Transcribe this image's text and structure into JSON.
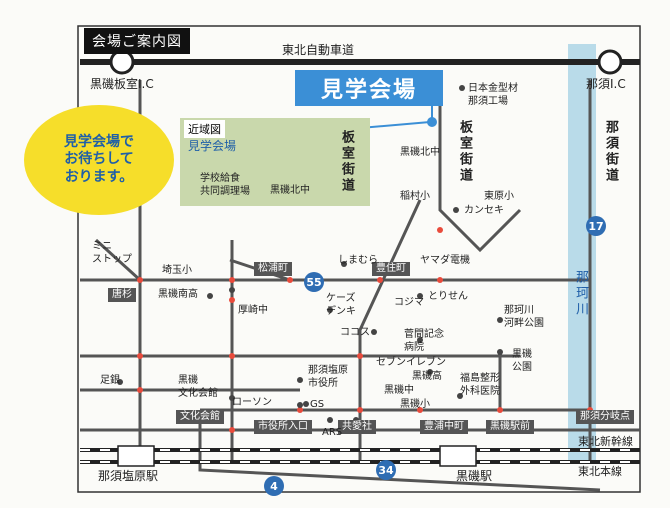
{
  "title": "会場ご案内図",
  "venue_label": "見学会場",
  "welcome": "見学会場で\nお待ちして\nおります。",
  "inset": {
    "title": "近域図",
    "venue": "見学会場",
    "kitchen": "学校給食\n共同調理場",
    "school": "黒磯北中",
    "road": "板室街道"
  },
  "roads": {
    "expressway": "東北自動車道",
    "itamuro": "板室街道",
    "nasu": "那須街道",
    "river": "那珂川"
  },
  "interchanges": {
    "kuroiso_itamuro": "黒磯板室I.C",
    "nasu": "那須I.C"
  },
  "route_numbers": {
    "r4": "4",
    "r17": "17",
    "r34": "34",
    "r55": "55"
  },
  "intersections": {
    "karasugi": "唐杉",
    "matsuuracho": "松浦町",
    "toyosumicho": "豊住町",
    "bunka_kaikan": "文化会館",
    "shiyakusho_iriguchi": "市役所入口",
    "kyoaisha": "共愛社",
    "toyoura_nakamachi": "豊浦中町",
    "kuroiso_ekimae": "黒磯駅前",
    "nasu_bunkiten": "那須分岐点"
  },
  "places": {
    "company": "日本金型材\n那須工場",
    "kuroiso_kita_jhs": "黒磯北中",
    "inamura_es": "稲村小",
    "higashi_nasuno_es": "東原小",
    "kansek": "カンセキ",
    "mini_stop": "ミニ\nストップ",
    "sakitama_es": "埼玉小",
    "shimamura": "しまむら",
    "yamada": "ヤマダ電機",
    "kuroiso_minami_hs": "黒磯南高",
    "atsusaki_jhs": "厚崎中",
    "keys_denki": "ケーズ\nデンキ",
    "kojima": "コジマ",
    "torisen": "とりせん",
    "nakagawa_park": "那珂川\n河畔公園",
    "cocos": "ココス",
    "sugama_hospital": "菅間記念\n病院",
    "kuroiso_park": "黒磯\n公園",
    "ashigin": "足銀",
    "kuroiso_bunka": "黒磯\n文化会館",
    "city_hall": "那須塩原\n市役所",
    "seven_eleven": "セブンイレブン",
    "kuroiso_hs": "黒磯高",
    "kuroiso_jhs": "黒磯中",
    "fukushima_clinic": "福島整形\n外科医院",
    "lawson": "ローソン",
    "gs": "GS",
    "ars": "ARS",
    "kuroiso_es": "黒磯小"
  },
  "rail": {
    "shinkansen": "東北新幹線",
    "honsen": "東北本線",
    "nasushiobara_st": "那須塩原駅",
    "kuroiso_st": "黒磯駅"
  },
  "colors": {
    "venue_blue": "#3b8fd6",
    "bubble_yellow": "#f6de2a",
    "inset_green": "#c9d8ac",
    "river_blue": "#b9dbe9",
    "route_blue": "#2f6db3"
  }
}
